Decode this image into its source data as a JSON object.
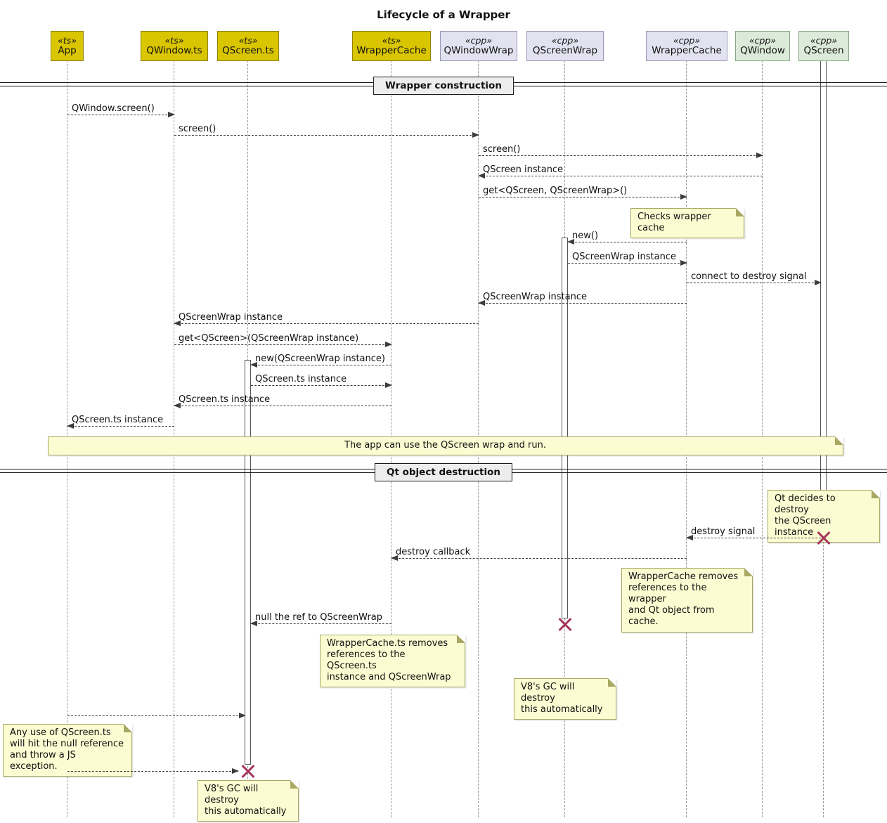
{
  "title": "Lifecycle of a Wrapper",
  "participants": [
    {
      "stereotype": "«ts»",
      "name": "App"
    },
    {
      "stereotype": "«ts»",
      "name": "QWindow.ts"
    },
    {
      "stereotype": "«ts»",
      "name": "QScreen.ts"
    },
    {
      "stereotype": "«ts»",
      "name": "WrapperCache"
    },
    {
      "stereotype": "«cpp»",
      "name": "QWindowWrap"
    },
    {
      "stereotype": "«cpp»",
      "name": "QScreenWrap"
    },
    {
      "stereotype": "«cpp»",
      "name": "WrapperCache"
    },
    {
      "stereotype": "«cpp»",
      "name": "QWindow"
    },
    {
      "stereotype": "«cpp»",
      "name": "QScreen"
    }
  ],
  "dividers": [
    {
      "label": "Wrapper construction"
    },
    {
      "label": "Qt object destruction"
    }
  ],
  "messages": [
    {
      "from": "«ts» App",
      "to": "«ts» QWindow.ts",
      "label": "QWindow.screen()"
    },
    {
      "from": "«ts» QWindow.ts",
      "to": "«cpp» QWindowWrap",
      "label": "screen()"
    },
    {
      "from": "«cpp» QWindowWrap",
      "to": "«cpp» QWindow",
      "label": "screen()"
    },
    {
      "from": "«cpp» QWindow",
      "to": "«cpp» QWindowWrap",
      "label": "QScreen instance"
    },
    {
      "from": "«cpp» QWindowWrap",
      "to": "«cpp» WrapperCache",
      "label": "get<QScreen, QScreenWrap>()"
    },
    {
      "from": "«cpp» WrapperCache",
      "to": "«cpp» QScreenWrap",
      "label": "new()"
    },
    {
      "from": "«cpp» QScreenWrap",
      "to": "«cpp» WrapperCache",
      "label": "QScreenWrap instance"
    },
    {
      "from": "«cpp» WrapperCache",
      "to": "«cpp» QScreen",
      "label": "connect to destroy signal"
    },
    {
      "from": "«cpp» WrapperCache",
      "to": "«cpp» QWindowWrap",
      "label": "QScreenWrap instance"
    },
    {
      "from": "«cpp» QWindowWrap",
      "to": "«ts» QWindow.ts",
      "label": "QScreenWrap instance"
    },
    {
      "from": "«ts» QWindow.ts",
      "to": "«ts» WrapperCache",
      "label": "get<QScreen>(QScreenWrap instance)"
    },
    {
      "from": "«ts» WrapperCache",
      "to": "«ts» QScreen.ts",
      "label": "new(QScreenWrap instance)"
    },
    {
      "from": "«ts» QScreen.ts",
      "to": "«ts» WrapperCache",
      "label": "QScreen.ts instance"
    },
    {
      "from": "«ts» WrapperCache",
      "to": "«ts» QWindow.ts",
      "label": "QScreen.ts instance"
    },
    {
      "from": "«ts» QWindow.ts",
      "to": "«ts» App",
      "label": "QScreen.ts instance"
    },
    {
      "from": "«cpp» QScreen",
      "to": "«cpp» WrapperCache",
      "label": "destroy signal"
    },
    {
      "from": "«cpp» WrapperCache",
      "to": "«ts» WrapperCache",
      "label": "destroy callback"
    },
    {
      "from": "«ts» WrapperCache",
      "to": "«ts» QScreen.ts",
      "label": "null the ref to QScreenWrap"
    },
    {
      "from": "«ts» App",
      "to": "«ts» QScreen.ts",
      "label": ""
    },
    {
      "from": "«ts» App",
      "to": "«ts» QScreen.ts",
      "label": ""
    }
  ],
  "notes": [
    {
      "over": "«cpp» WrapperCache",
      "text": "Checks wrapper cache"
    },
    {
      "over": "all",
      "text": "The app can use the QScreen wrap and run."
    },
    {
      "over": "«cpp» QScreen",
      "text": "Qt decides to destroy\nthe QScreen instance"
    },
    {
      "over": "«cpp» WrapperCache",
      "text": "WrapperCache removes\nreferences to the wrapper\nand Qt object from cache."
    },
    {
      "over": "«ts» WrapperCache",
      "text": "WrapperCache.ts removes\nreferences to the QScreen.ts\ninstance and QScreenWrap"
    },
    {
      "over": "«cpp» QScreenWrap",
      "text": "V8's GC will destroy\nthis automatically"
    },
    {
      "over": "«ts» App",
      "text": "Any use of QScreen.ts\nwill hit the null reference\nand throw a JS exception."
    },
    {
      "over": "«ts» QScreen.ts",
      "text": "V8's GC will destroy\nthis automatically"
    }
  ],
  "colors": {
    "ts_fill": "#d9c500",
    "ts_border": "#8f8100",
    "cpp_fill": "#e2e2f0",
    "cpp_border": "#9898b8",
    "qt_fill": "#dcead9",
    "qt_border": "#86a886",
    "note_fill": "#fcfcd2",
    "note_border": "#a8a864",
    "destroy": "#a5365a",
    "arrow": "#3c3c3c"
  }
}
